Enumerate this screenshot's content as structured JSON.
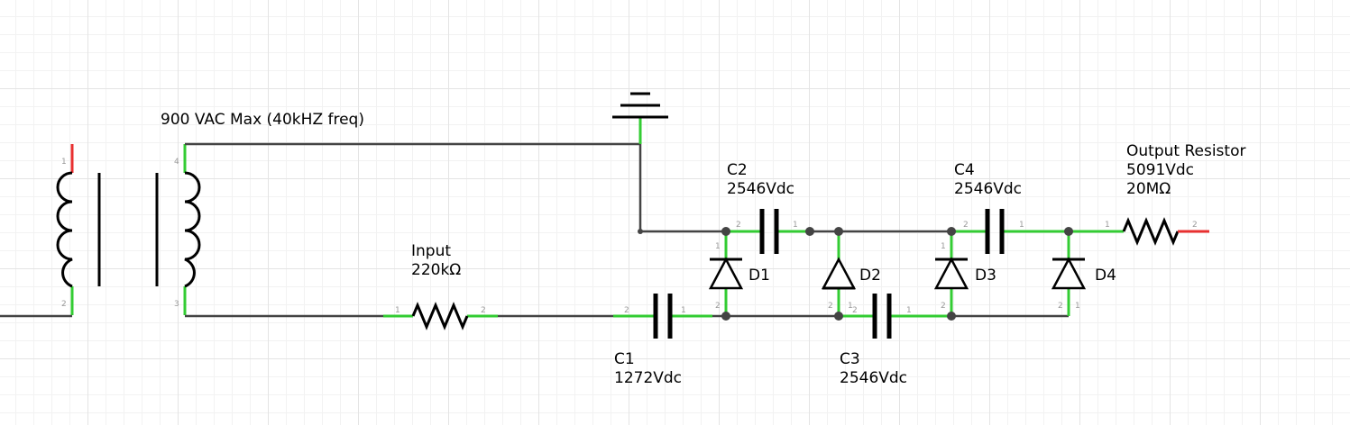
{
  "transformer_label": "900 VAC Max (40kHZ freq)",
  "input_resistor": {
    "name": "Input",
    "value": "220kΩ"
  },
  "output_resistor": {
    "name": "Output Resistor",
    "voltage": "5091Vdc",
    "value": "20MΩ"
  },
  "capacitors": [
    {
      "name": "C1",
      "value": "1272Vdc"
    },
    {
      "name": "C2",
      "value": "2546Vdc"
    },
    {
      "name": "C3",
      "value": "2546Vdc"
    },
    {
      "name": "C4",
      "value": "2546Vdc"
    }
  ],
  "diodes": [
    "D1",
    "D2",
    "D3",
    "D4"
  ],
  "pins": {
    "one": "1",
    "two": "2",
    "three": "3",
    "four": "4"
  },
  "colors": {
    "wire": "#444444",
    "pin_connected": "#33cc33",
    "pin_unconnected": "#e83030",
    "symbol": "#000000"
  }
}
